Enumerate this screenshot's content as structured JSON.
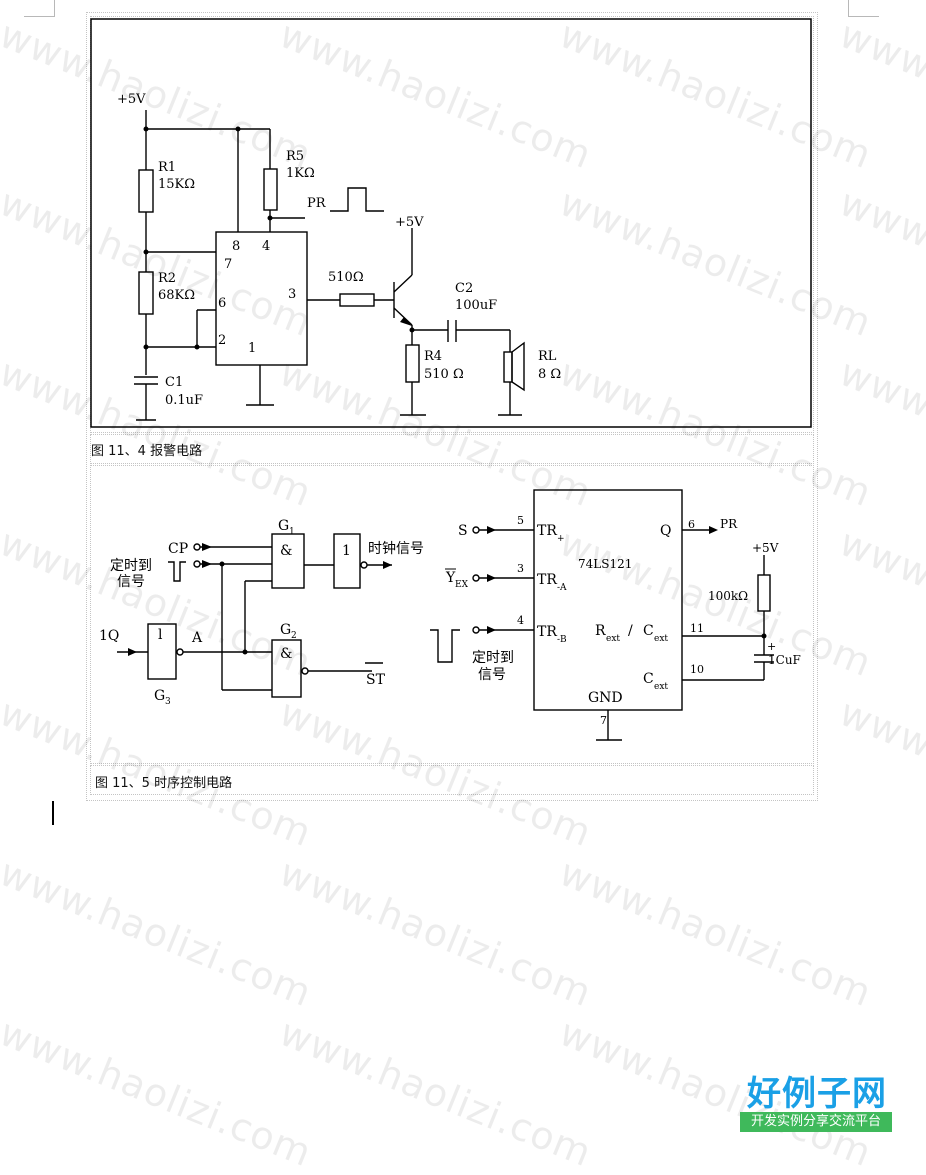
{
  "figure1": {
    "caption": "图 11、4 报警电路",
    "labels": {
      "vcc_top": "+5V",
      "r1_name": "R1",
      "r1_value": "15KΩ",
      "r2_name": "R2",
      "r2_value": "68KΩ",
      "r5_name": "R5",
      "r5_value": "1KΩ",
      "c1_name": "C1",
      "c1_value": "0.1uF",
      "pr": "PR",
      "vcc_transistor": "+5V",
      "r_base": "510Ω",
      "c2_name": "C2",
      "c2_value": "100uF",
      "r4_name": "R4",
      "r4_value": "510 Ω",
      "rl_name": "RL",
      "rl_value": "8 Ω",
      "pin8": "8",
      "pin4": "4",
      "pin7": "7",
      "pin6": "6",
      "pin3": "3",
      "pin2": "2",
      "pin1": "1"
    }
  },
  "figure2": {
    "caption": "图 11、5 时序控制电路",
    "labels": {
      "g1": "G",
      "g1_sub": "1",
      "g2": "G",
      "g2_sub": "2",
      "g3": "G",
      "g3_sub": "3",
      "cp": "CP",
      "timer_signal_line1": "定时到",
      "timer_signal_line2": "信号",
      "and_symbol": "&",
      "not_symbol": "1",
      "g3_symbol": "l",
      "clock_signal": "时钟信号",
      "q1": "1Q",
      "node_a": "A",
      "st": "ST",
      "s": "S",
      "yex": "Y",
      "yex_sub": "EX",
      "tr_plus": "TR",
      "tr_plus_sub": "+",
      "tr_a": "TR",
      "tr_a_sub": "-A",
      "tr_b": "TR",
      "tr_b_sub": "-B",
      "pin5": "5",
      "pin3": "3",
      "pin4": "4",
      "pin6": "6",
      "pin11": "11",
      "pin10": "10",
      "pin7": "7",
      "chip": "74LS121",
      "q": "Q",
      "pr": "PR",
      "rext": "R",
      "rext_sub": "ext",
      "slash": "/",
      "cext1": "C",
      "cext1_sub": "ext",
      "cext2": "C",
      "cext2_sub": "ext",
      "gnd": "GND",
      "vcc": "+5V",
      "r_100k": "100kΩ",
      "c_1u": "1CuF",
      "plus": "+",
      "timer2_line1": "定时到",
      "timer2_line2": "信号"
    }
  },
  "watermark": "www.haolizi.com",
  "brand": {
    "title": "好例子网",
    "subtitle": "开发实例分享交流平台"
  }
}
